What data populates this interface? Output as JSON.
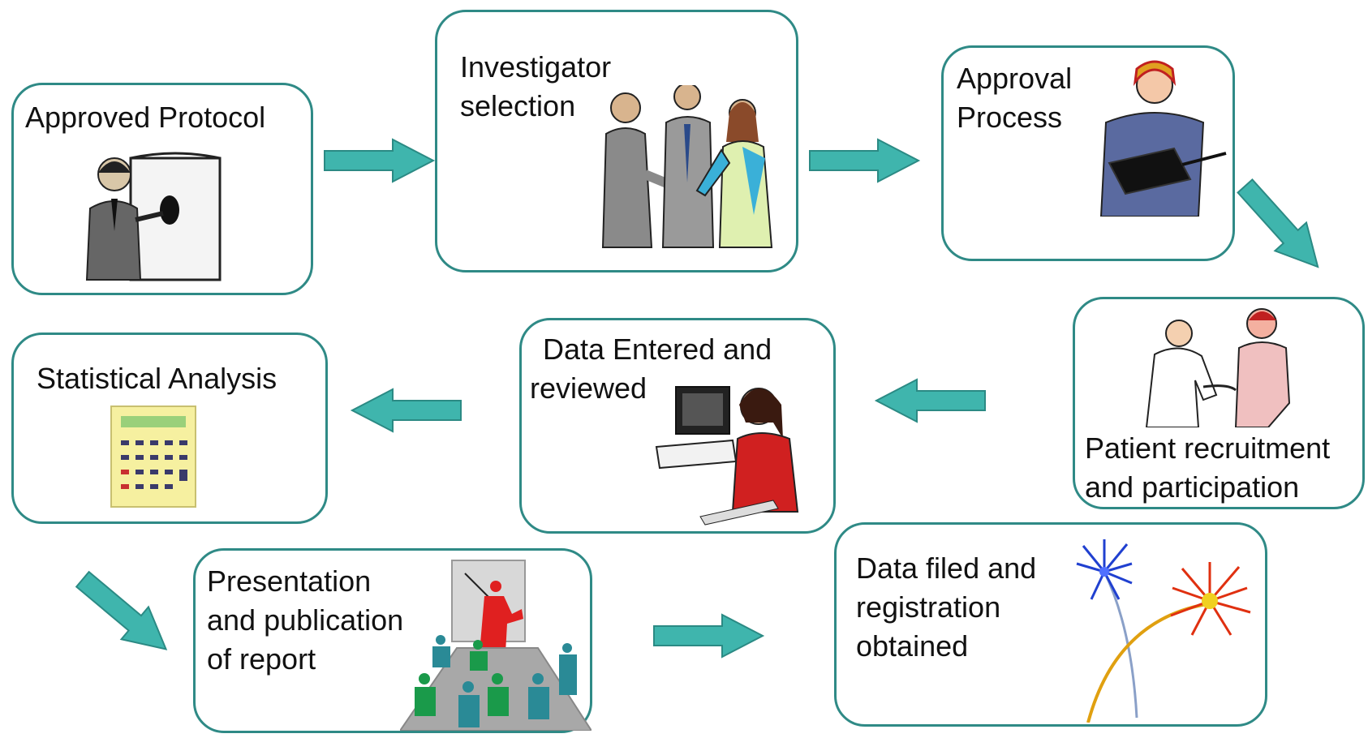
{
  "diagram": {
    "steps": [
      {
        "label": "Approved Protocol",
        "icon": "presenter-with-chart-icon"
      },
      {
        "label": "Investigator\nselection",
        "icon": "handshake-people-icon"
      },
      {
        "label": "Approval\nProcess",
        "icon": "woman-with-clipboard-icon"
      },
      {
        "label": "Patient recruitment\nand participation",
        "icon": "doctor-examining-patient-icon"
      },
      {
        "label": "Data Entered and\nreviewed",
        "icon": "woman-at-computer-icon"
      },
      {
        "label": "Statistical Analysis",
        "icon": "calculator-icon"
      },
      {
        "label": "Presentation\nand publication\nof report",
        "icon": "audience-presentation-icon"
      },
      {
        "label": "Data filed and\nregistration\nobtained",
        "icon": "fireworks-icon"
      }
    ],
    "colors": {
      "border": "#2f8a86",
      "arrow": "#3fb5ad",
      "arrow_stroke": "#2b8a84"
    }
  }
}
